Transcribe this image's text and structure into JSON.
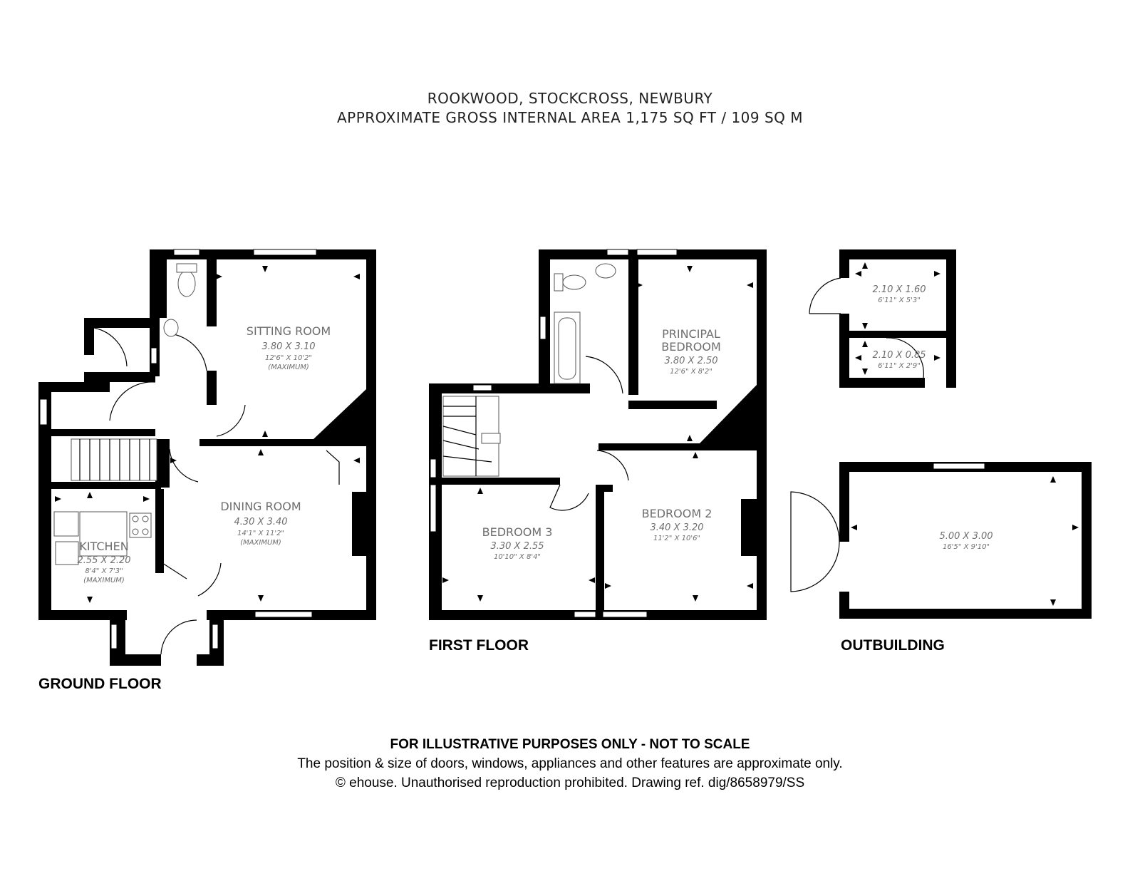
{
  "header": {
    "line1": "ROOKWOOD, STOCKCROSS, NEWBURY",
    "line2": "APPROXIMATE GROSS INTERNAL AREA 1,175 SQ FT / 109 SQ M"
  },
  "floors": {
    "ground": "GROUND FLOOR",
    "first": "FIRST FLOOR",
    "outbuilding": "OUTBUILDING"
  },
  "rooms": {
    "sitting": {
      "name": "SITTING ROOM",
      "metric": "3.80 X 3.10",
      "imperial": "12'6\" X 10'2\"",
      "note": "(MAXIMUM)"
    },
    "dining": {
      "name": "DINING ROOM",
      "metric": "4.30 X 3.40",
      "imperial": "14'1\" X 11'2\"",
      "note": "(MAXIMUM)"
    },
    "kitchen": {
      "name": "KITCHEN",
      "metric": "2.55 X 2.20",
      "imperial": "8'4\" X 7'3\"",
      "note": "(MAXIMUM)"
    },
    "principal": {
      "name1": "PRINCIPAL",
      "name2": "BEDROOM",
      "metric": "3.80 X 2.50",
      "imperial": "12'6\" X 8'2\""
    },
    "bedroom2": {
      "name": "BEDROOM 2",
      "metric": "3.40 X 3.20",
      "imperial": "11'2\" X 10'6\""
    },
    "bedroom3": {
      "name": "BEDROOM 3",
      "metric": "3.30 X 2.55",
      "imperial": "10'10\" X 8'4\""
    },
    "store1": {
      "metric": "2.10 X 1.60",
      "imperial": "6'11\" X 5'3\""
    },
    "store2": {
      "metric": "2.10 X 0.85",
      "imperial": "6'11\" X 2'9\""
    },
    "garage": {
      "metric": "5.00 X 3.00",
      "imperial": "16'5\" X 9'10\""
    }
  },
  "footer": {
    "disclaimer": "FOR ILLUSTRATIVE PURPOSES ONLY - NOT TO SCALE",
    "note": "The position & size of doors, windows, appliances and other features are approximate only.",
    "copyright": "© ehouse. Unauthorised reproduction prohibited. Drawing ref. dig/8658979/SS"
  }
}
